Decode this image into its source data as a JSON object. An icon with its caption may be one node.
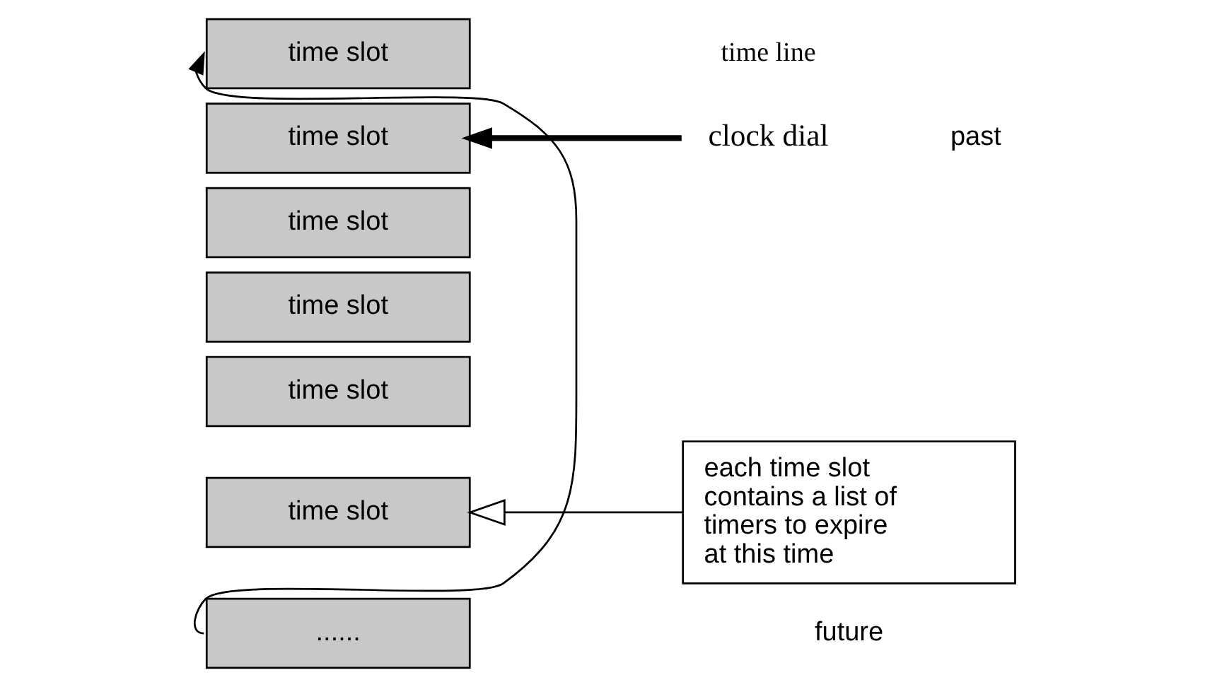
{
  "diagram": {
    "nodes": [
      {
        "text": [
          "time slot"
        ]
      },
      {
        "text": [
          "time slot"
        ]
      },
      {
        "text": [
          "time slot"
        ]
      },
      {
        "text": [
          "time slot"
        ]
      },
      {
        "text": [
          "time slot"
        ]
      },
      {
        "text": [
          "time slot"
        ]
      },
      {
        "text": [
          "......"
        ]
      },
      {
        "text": [
          "clock dial"
        ]
      },
      {
        "text": [
          "each time slot contains a list of timers to expire at this time"
        ]
      }
    ],
    "edges": [
      {
        "from": 6,
        "to": 0,
        "arrow": "to"
      },
      {
        "from": 7,
        "to": 1,
        "arrow": "to",
        "style": "thick"
      },
      {
        "from": 8,
        "to": 5,
        "arrow": "to"
      }
    ],
    "labels": [
      "time line",
      "past",
      "future"
    ]
  }
}
